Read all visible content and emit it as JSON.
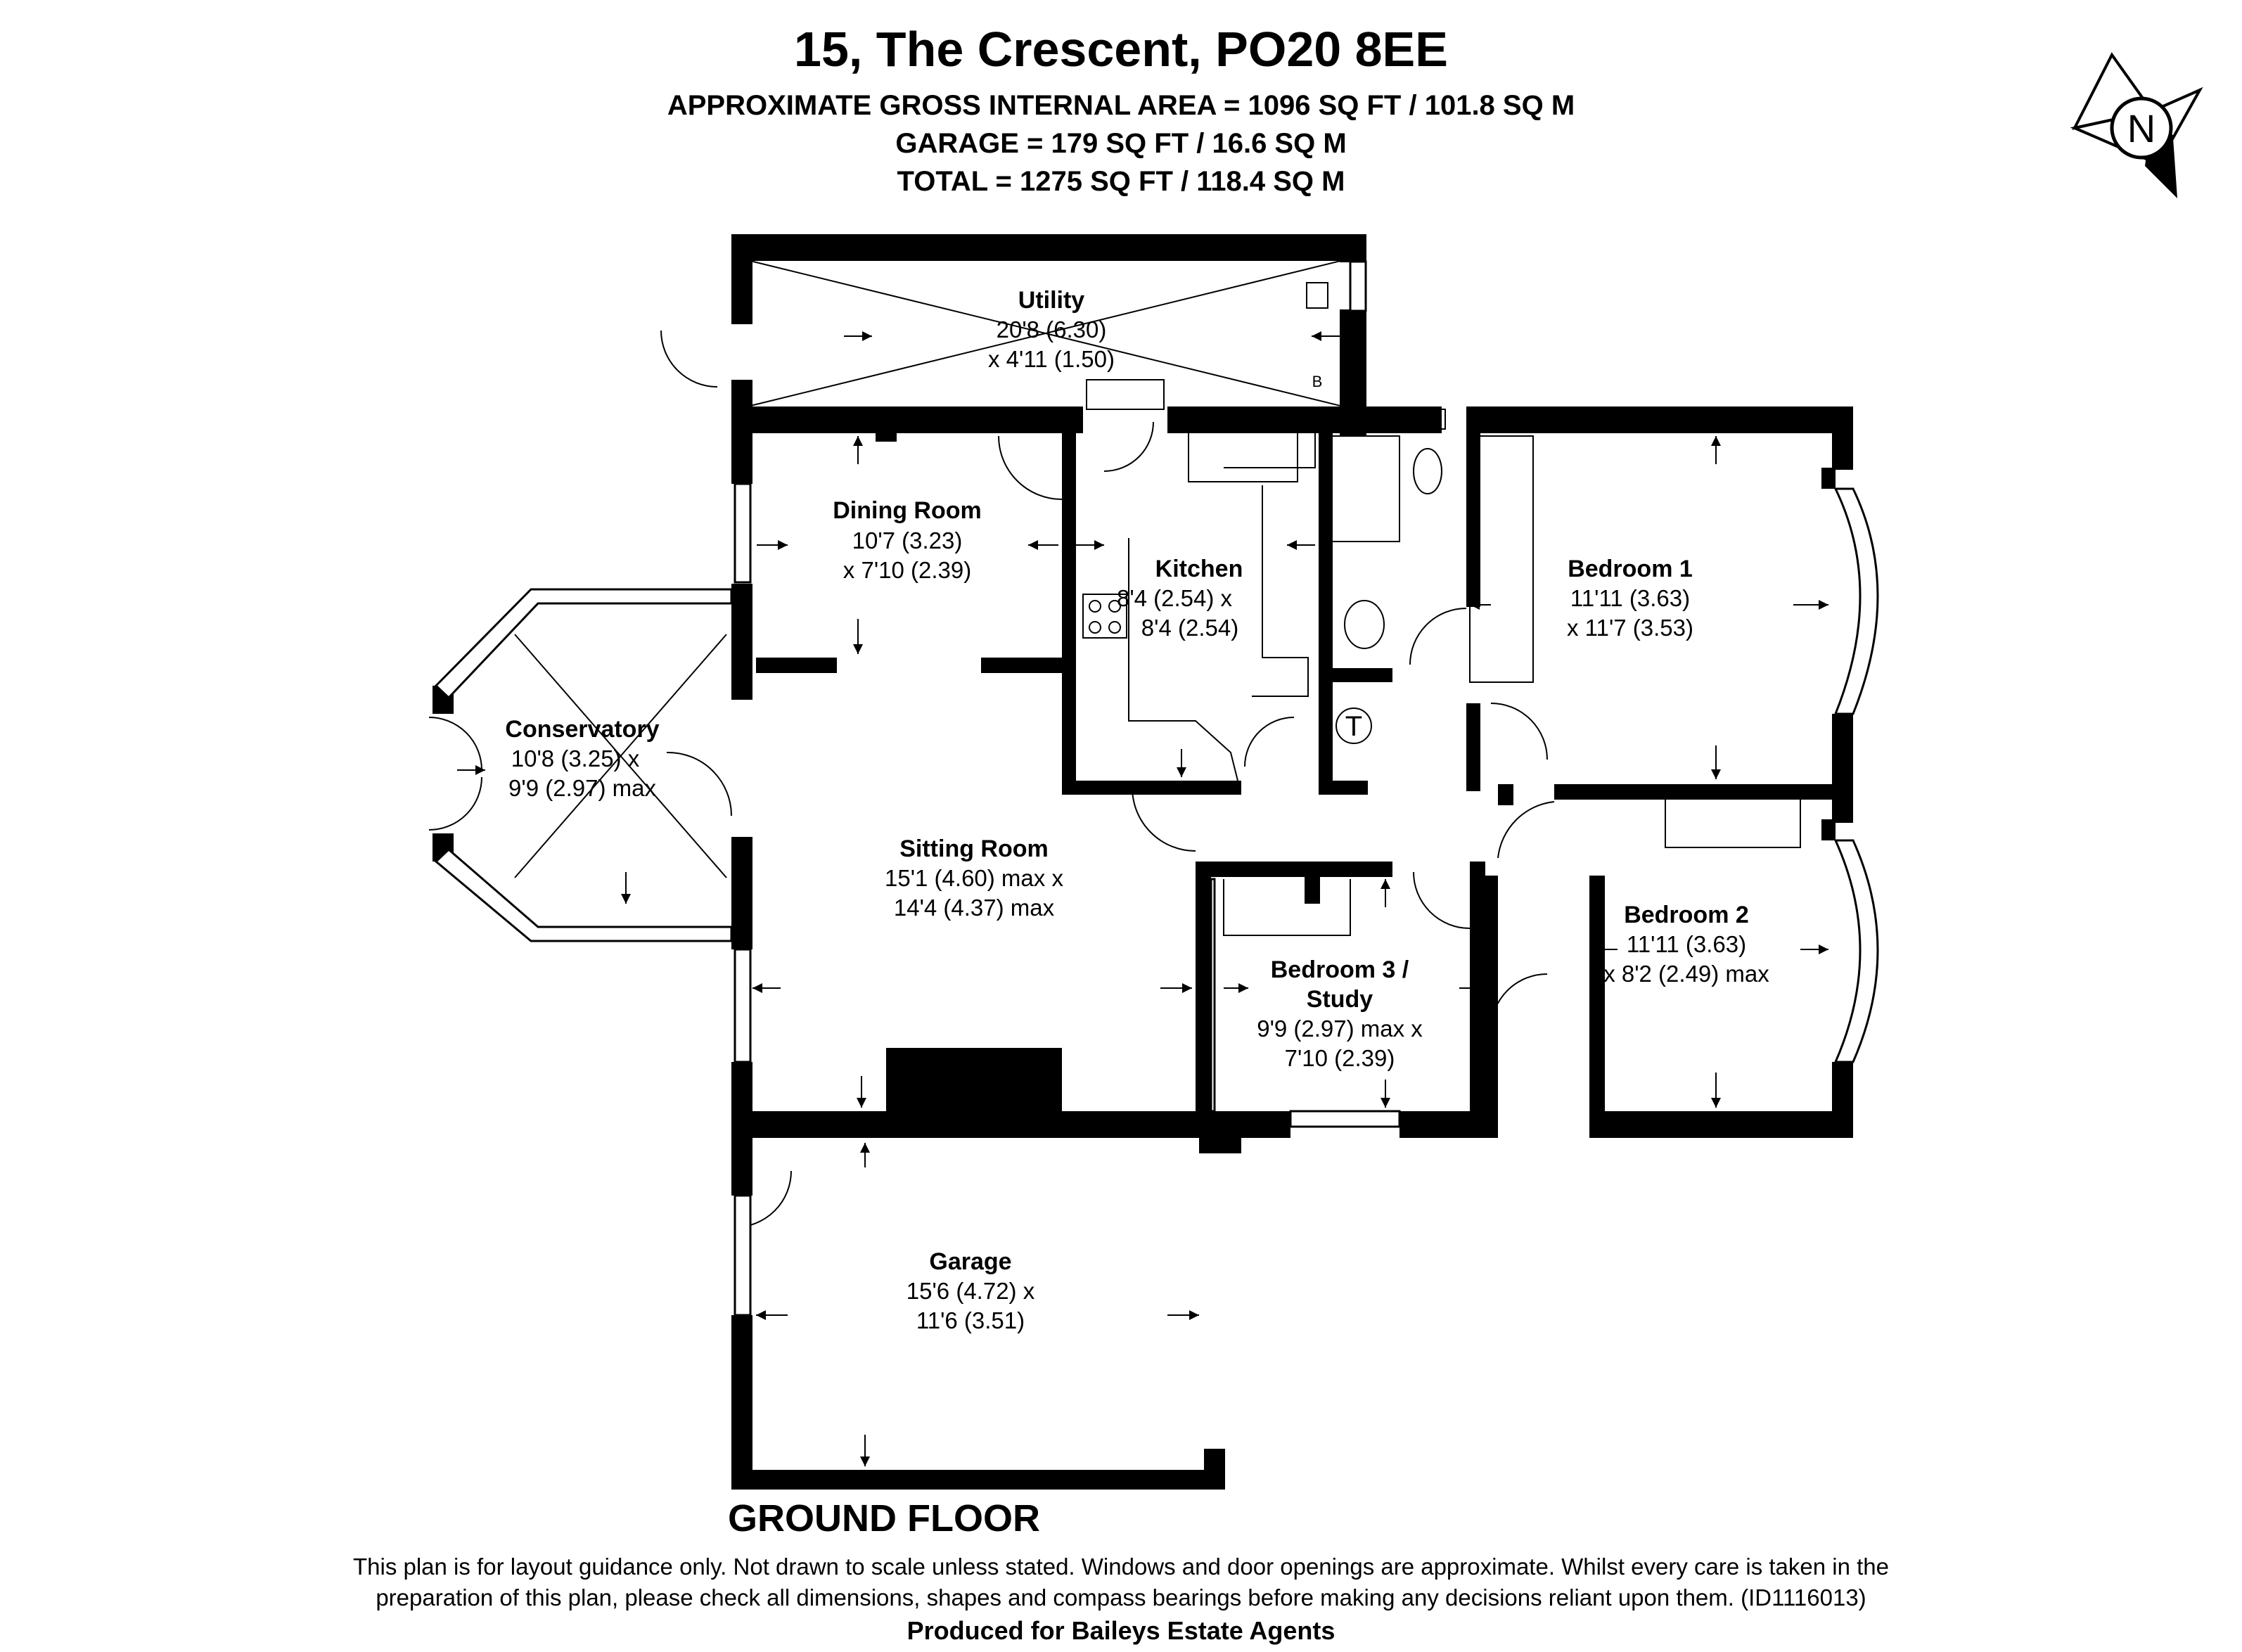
{
  "header": {
    "title": "15, The Crescent, PO20 8EE",
    "area_lines": [
      "APPROXIMATE GROSS INTERNAL AREA = 1096 SQ FT / 101.8 SQ M",
      "GARAGE = 179 SQ FT / 16.6 SQ M",
      "TOTAL = 1275 SQ FT / 118.4 SQ M"
    ]
  },
  "compass": {
    "label": "N",
    "icon": "north-compass-icon"
  },
  "rooms": {
    "utility": {
      "name": "Utility",
      "dims": [
        "20'8 (6.30)",
        "x 4'11 (1.50)"
      ]
    },
    "dining": {
      "name": "Dining Room",
      "dims": [
        "10'7 (3.23)",
        "x 7'10 (2.39)"
      ]
    },
    "kitchen": {
      "name": "Kitchen",
      "dims": [
        "8'4 (2.54) x",
        "8'4 (2.54)"
      ]
    },
    "bedroom1": {
      "name": "Bedroom 1",
      "dims": [
        "11'11 (3.63)",
        "x 11'7 (3.53)"
      ]
    },
    "conservatory": {
      "name": "Conservatory",
      "dims": [
        "10'8 (3.25)  x",
        "9'9 (2.97) max"
      ]
    },
    "sitting": {
      "name": "Sitting Room",
      "dims": [
        "15'1 (4.60) max x",
        "14'4 (4.37) max"
      ]
    },
    "bedroom2": {
      "name": "Bedroom 2",
      "dims": [
        "11'11 (3.63)",
        "x 8'2 (2.49) max"
      ]
    },
    "bedroom3": {
      "name": [
        "Bedroom 3 /",
        "Study"
      ],
      "dims": [
        "9'9 (2.97) max x",
        "7'10 (2.39)"
      ]
    },
    "garage": {
      "name": "Garage",
      "dims": [
        "15'6 (4.72) x",
        "11'6 (3.51)"
      ]
    }
  },
  "fixtures": {
    "boiler": "B",
    "tank": "T"
  },
  "floor_label": "GROUND FLOOR",
  "footer": {
    "disclaimer": [
      "This plan is for layout guidance only. Not drawn to scale unless stated. Windows and door openings are approximate. Whilst every care is taken in the",
      "preparation of this plan, please check all dimensions, shapes and compass bearings before making any decisions reliant upon them. (ID1116013)"
    ],
    "credit": "Produced for Baileys Estate Agents"
  }
}
